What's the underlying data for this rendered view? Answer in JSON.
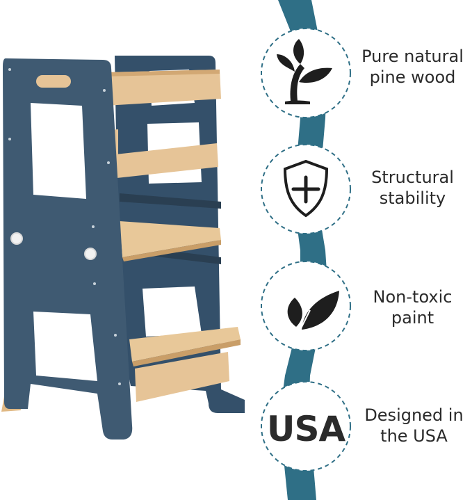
{
  "colors": {
    "stool_blue": "#3f5a72",
    "stool_blue_dark": "#2f475c",
    "wood": "#e6c497",
    "wood_dark": "#d2a874",
    "ribbon": "#2f6f86",
    "circle_border": "#2f6f86",
    "icon": "#1e1e1e"
  },
  "features": [
    {
      "icon": "sprout-icon",
      "line1": "Pure natural",
      "line2": "pine wood"
    },
    {
      "icon": "shield-plus-icon",
      "line1": "Structural",
      "line2": "stability"
    },
    {
      "icon": "leaf-icon",
      "line1": "Non-toxic",
      "line2": "paint"
    },
    {
      "icon": "usa-text-icon",
      "line1": "Designed in",
      "line2": "the USA"
    }
  ],
  "usa_badge": "USA"
}
